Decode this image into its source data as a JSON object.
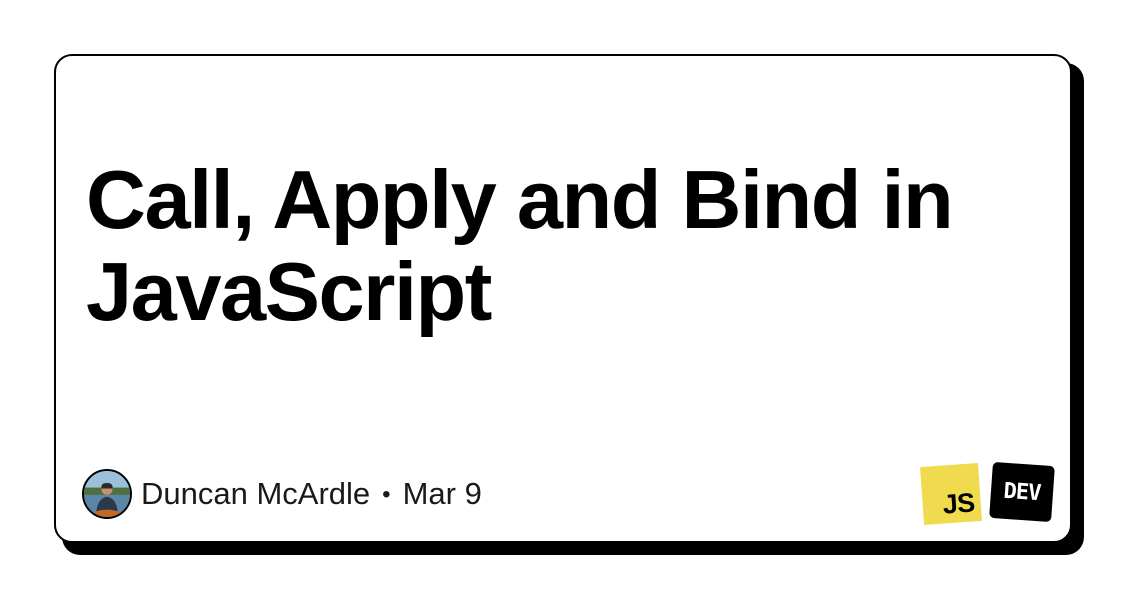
{
  "post": {
    "title": "Call, Apply and Bind in JavaScript",
    "author": "Duncan McArdle",
    "separator": "•",
    "date": "Mar 9"
  },
  "tags": {
    "js_label": "JS",
    "dev_label": "DEV"
  },
  "colors": {
    "js_badge": "#f0db4f",
    "dev_badge": "#000000",
    "card_border": "#000000"
  }
}
